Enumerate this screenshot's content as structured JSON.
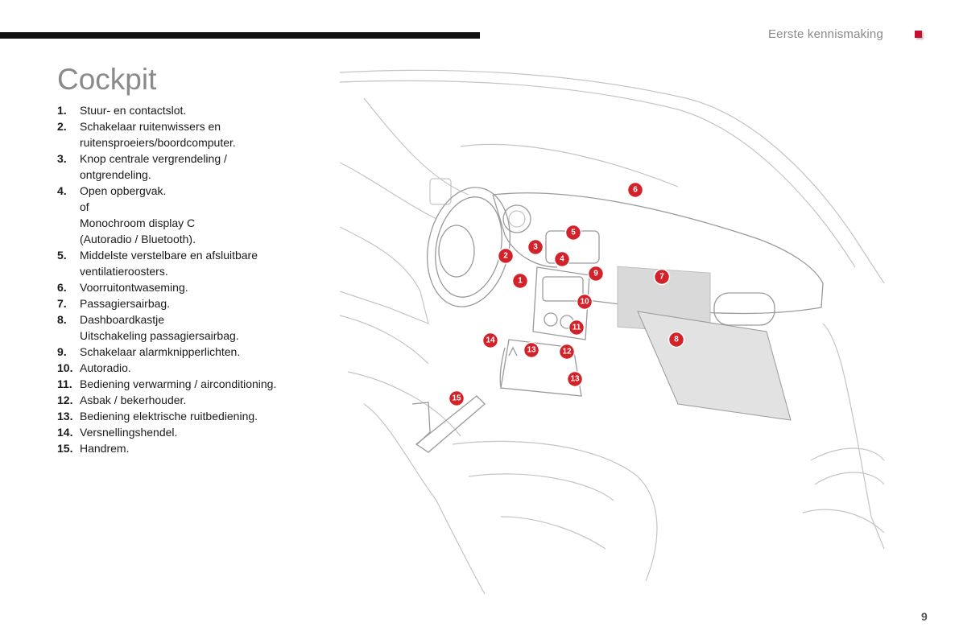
{
  "header": {
    "section_title": "Eerste kennismaking",
    "accent_color": "#c8102e"
  },
  "page_title": "Cockpit",
  "legend": [
    {
      "num": "1.",
      "lines": [
        "Stuur- en contactslot."
      ]
    },
    {
      "num": "2.",
      "lines": [
        "Schakelaar ruitenwissers en",
        "ruitensproeiers/boordcomputer."
      ]
    },
    {
      "num": "3.",
      "lines": [
        "Knop centrale vergrendeling /",
        "ontgrendeling."
      ]
    },
    {
      "num": "4.",
      "lines": [
        "Open opbergvak.",
        "of",
        "Monochroom display C",
        "(Autoradio / Bluetooth)."
      ]
    },
    {
      "num": "5.",
      "lines": [
        "Middelste verstelbare en afsluitbare",
        "ventilatieroosters."
      ]
    },
    {
      "num": "6.",
      "lines": [
        "Voorruitontwaseming."
      ]
    },
    {
      "num": "7.",
      "lines": [
        "Passagiersairbag."
      ]
    },
    {
      "num": "8.",
      "lines": [
        "Dashboardkastje",
        "Uitschakeling passagiersairbag."
      ]
    },
    {
      "num": "9.",
      "lines": [
        "Schakelaar alarmknipperlichten."
      ]
    },
    {
      "num": "10.",
      "lines": [
        "Autoradio."
      ]
    },
    {
      "num": "11.",
      "lines": [
        "Bediening verwarming / airconditioning."
      ]
    },
    {
      "num": "12.",
      "lines": [
        "Asbak / bekerhouder."
      ]
    },
    {
      "num": "13.",
      "lines": [
        "Bediening elektrische ruitbediening."
      ]
    },
    {
      "num": "14.",
      "lines": [
        "Versnellingshendel."
      ]
    },
    {
      "num": "15.",
      "lines": [
        "Handrem."
      ]
    }
  ],
  "callouts": [
    "1",
    "2",
    "3",
    "4",
    "5",
    "6",
    "7",
    "8",
    "9",
    "10",
    "11",
    "12",
    "13",
    "13",
    "14",
    "15"
  ],
  "callout_color": "#d2232a",
  "page_number": "9"
}
